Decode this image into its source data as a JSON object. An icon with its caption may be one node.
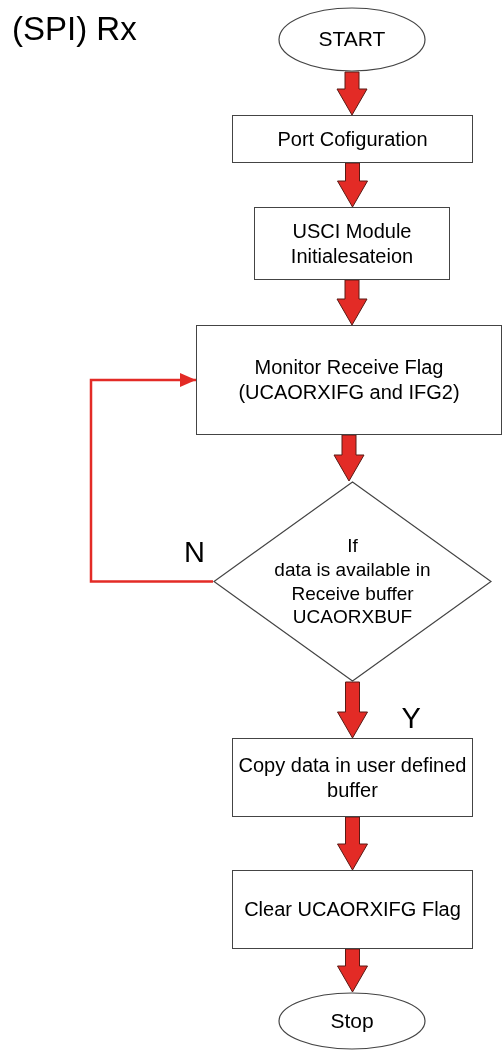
{
  "diagram": {
    "title": "(SPI) Rx",
    "nodes": [
      {
        "text": [
          "START"
        ]
      },
      {
        "text": [
          "Port Cofiguration"
        ]
      },
      {
        "text": [
          "USCI Module Initialesateion"
        ]
      },
      {
        "text": [
          "Monitor Receive Flag (UCAORXIFG and IFG2)"
        ]
      },
      {
        "text": [
          "If",
          "data is available in Receive buffer UCAORXBUF"
        ]
      },
      {
        "text": [
          "Copy data in user defined buffer"
        ]
      },
      {
        "text": [
          "Clear UCAORXIFG Flag"
        ]
      },
      {
        "text": [
          "Stop"
        ]
      }
    ],
    "edges": [
      {
        "from": 0,
        "to": 1,
        "arrow": "to",
        "style": "thick"
      },
      {
        "from": 1,
        "to": 2,
        "arrow": "to",
        "style": "thick"
      },
      {
        "from": 2,
        "to": 3,
        "arrow": "to",
        "style": "thick"
      },
      {
        "from": 3,
        "to": 4,
        "arrow": "to",
        "style": "thick"
      },
      {
        "from": 4,
        "to": 3,
        "arrow": "to",
        "label": "N"
      },
      {
        "from": 4,
        "to": 5,
        "arrow": "to",
        "style": "thick",
        "label": "Y"
      },
      {
        "from": 5,
        "to": 6,
        "arrow": "to",
        "style": "thick"
      },
      {
        "from": 6,
        "to": 7,
        "arrow": "to",
        "style": "thick"
      }
    ]
  }
}
